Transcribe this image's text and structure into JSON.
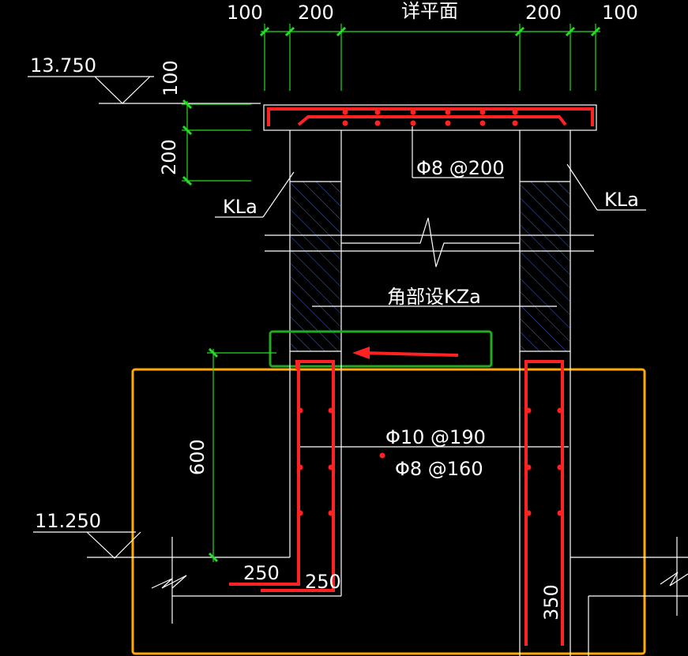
{
  "top_dims": [
    "100",
    "200",
    "详平面",
    "200",
    "100"
  ],
  "elev_top": "13.750",
  "elev_bottom": "11.250",
  "left_dims": [
    "100",
    "200"
  ],
  "dim_600": "600",
  "dim_250_a": "250",
  "dim_250_b": "250",
  "dim_350": "350",
  "beam_label_left": "KLa",
  "beam_label_right": "KLa",
  "slab_rebar": "Φ8 @200",
  "corner_note": "角部设KZa",
  "rebar_a": "Φ10 @190",
  "rebar_b": "Φ8 @160",
  "colors": {
    "background": "#000000",
    "lines": "#ffffff",
    "dimension": "#22dd22",
    "rebar": "#ff2222",
    "highlight_box": "#22aa22",
    "region_box": "#ffaa00",
    "hatch": "#4466cc"
  }
}
